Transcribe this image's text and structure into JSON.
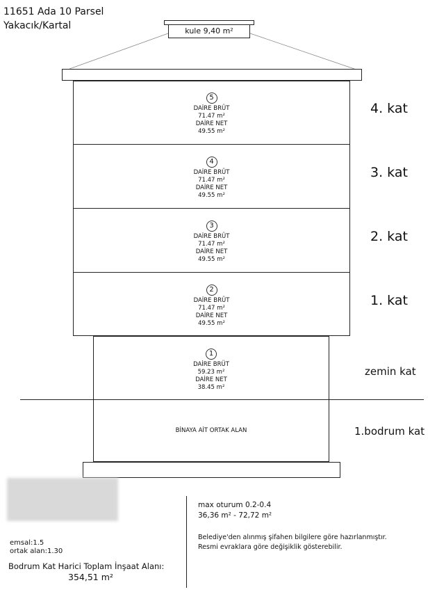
{
  "header": {
    "line1": "11651 Ada 10 Parsel",
    "line2": "Yakacık/Kartal"
  },
  "tower_label": "kule 9,40 m²",
  "floors": [
    {
      "num": "5",
      "brut_label": "DAİRE BRÜT",
      "brut": "71.47 m²",
      "net_label": "DAİRE NET",
      "net": "49.55 m²",
      "floor": "4. kat"
    },
    {
      "num": "4",
      "brut_label": "DAİRE BRÜT",
      "brut": "71.47 m²",
      "net_label": "DAİRE NET",
      "net": "49.55 m²",
      "floor": "3. kat"
    },
    {
      "num": "3",
      "brut_label": "DAİRE BRÜT",
      "brut": "71.47 m²",
      "net_label": "DAİRE NET",
      "net": "49.55 m²",
      "floor": "2. kat"
    },
    {
      "num": "2",
      "brut_label": "DAİRE BRÜT",
      "brut": "71.47 m²",
      "net_label": "DAİRE NET",
      "net": "49.55 m²",
      "floor": "1. kat"
    },
    {
      "num": "1",
      "brut_label": "DAİRE BRÜT",
      "brut": "59.23 m²",
      "net_label": "DAİRE NET",
      "net": "38.45 m²",
      "floor": "zemin kat"
    }
  ],
  "basement": {
    "text": "BİNAYA AİT ORTAK ALAN",
    "floor": "1.bodrum kat"
  },
  "left_info": {
    "emsal": "emsal:1.5",
    "ortak": "ortak alan:1.30",
    "total_label": "Bodrum Kat Harici Toplam İnşaat Alanı:",
    "total_value": "354,51 m²"
  },
  "right_info": {
    "max_label": "max oturum 0.2-0.4",
    "max_value": "36,36 m² - 72,72 m²",
    "note1": "Belediye'den alınmış şifahen bilgilere göre hazırlanmıştır.",
    "note2": "Resmi evraklara göre değişiklik gösterebilir."
  },
  "colors": {
    "line": "#222222",
    "redaction": "#d9d9d9"
  }
}
